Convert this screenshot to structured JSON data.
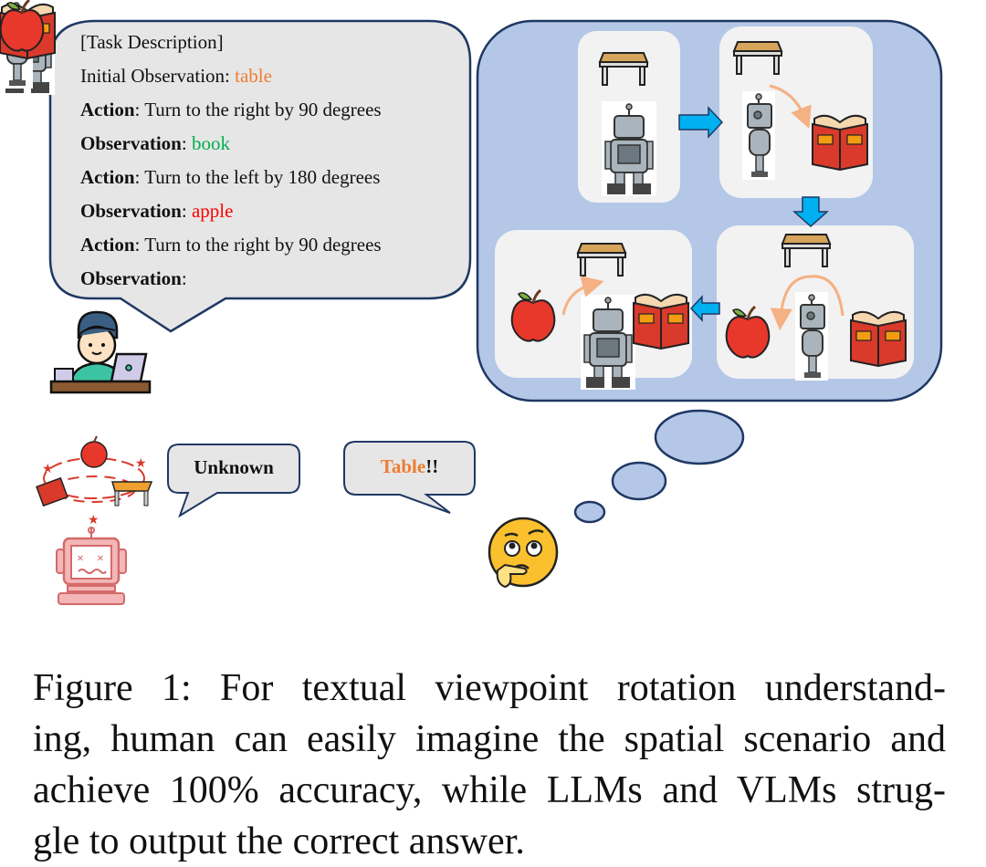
{
  "figure": {
    "task_bubble": {
      "lines": [
        {
          "label": "",
          "text": "[Task Description]"
        },
        {
          "label": "",
          "text": "Initial Observation: ",
          "value": "table",
          "value_color": "#ed7d31"
        },
        {
          "label": "Action",
          "text": ": Turn to the right by 90 degrees"
        },
        {
          "label": "Observation",
          "text": ": ",
          "value": "book",
          "value_color": "#00b050"
        },
        {
          "label": "Action",
          "text": ": Turn to the left by 180 degrees"
        },
        {
          "label": "Observation",
          "text": ": ",
          "value": "apple",
          "value_color": "#ff0000"
        },
        {
          "label": "Action",
          "text": ": Turn to the right by 90 degrees"
        },
        {
          "label": "Observation",
          "text": ":"
        }
      ]
    },
    "panels": [
      {
        "step": 1,
        "objects": [
          "table",
          "robot-front"
        ]
      },
      {
        "step": 2,
        "objects": [
          "table",
          "robot-side",
          "book"
        ],
        "rotation": "right"
      },
      {
        "step": 3,
        "objects": [
          "table",
          "apple",
          "robot-side",
          "book"
        ],
        "rotation": "left-180"
      },
      {
        "step": 4,
        "objects": [
          "table",
          "apple",
          "robot-front",
          "book"
        ],
        "rotation": "right"
      }
    ],
    "llm_answer": {
      "text": "Unknown"
    },
    "human_answer": {
      "highlight": "Table",
      "suffix": "!!",
      "highlight_color": "#ed7d31"
    },
    "colors": {
      "scene_bg": "#b4c7e7",
      "scene_border": "#1f3864",
      "panel_bg": "#f2f2f2",
      "bubble_bg": "#e7e6e6",
      "arrow": "#00b0f0",
      "rotation_arrow": "#f4b183"
    }
  },
  "caption": {
    "lines": [
      "Figure 1: For textual viewpoint rotation understand-",
      "ing, human can easily imagine the spatial scenario and",
      "achieve 100% accuracy, while LLMs and VLMs strug-",
      "gle to output the correct answer."
    ]
  }
}
